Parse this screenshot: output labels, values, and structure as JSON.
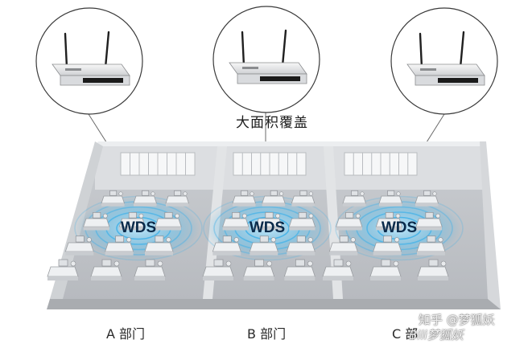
{
  "diagram": {
    "title": "大面积覆盖",
    "departments": [
      {
        "id": "A",
        "label": "A 部门",
        "wds_label": "WDS"
      },
      {
        "id": "B",
        "label": "B 部门",
        "wds_label": "WDS"
      },
      {
        "id": "C",
        "label": "C 部",
        "wds_label": "WDS"
      }
    ],
    "router_count": 3,
    "desks_per_department": 12
  },
  "watermark": {
    "line1": "知乎 @梦狐妖",
    "line2": "Bili梦狐妖"
  },
  "colors": {
    "wall": "#d4d6d9",
    "floor": "#c3c6ca",
    "wave": "#3fb0e8",
    "wds_text": "#0a2a4a",
    "desk": "#eef0f2"
  }
}
